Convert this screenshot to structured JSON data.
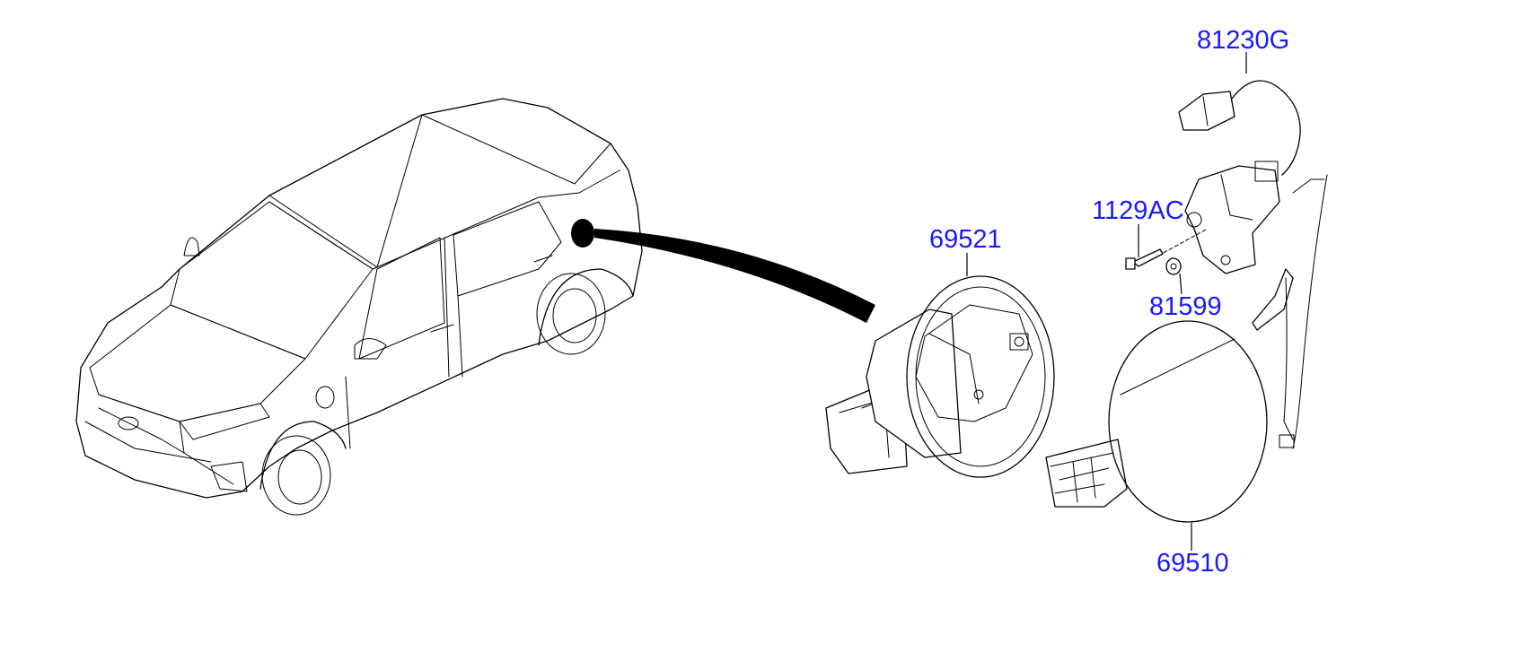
{
  "diagram": {
    "parts": [
      {
        "id": "81230G",
        "label": "81230G",
        "name": "fuel door actuator with wiring connector"
      },
      {
        "id": "1129AC",
        "label": "1129AC",
        "name": "bolt"
      },
      {
        "id": "81599",
        "label": "81599",
        "name": "clip"
      },
      {
        "id": "69521",
        "label": "69521",
        "name": "fuel filler housing"
      },
      {
        "id": "69510",
        "label": "69510",
        "name": "fuel filler door"
      }
    ],
    "colors": {
      "label": "#1a1aff",
      "line": "#000000",
      "background": "#ffffff"
    }
  }
}
